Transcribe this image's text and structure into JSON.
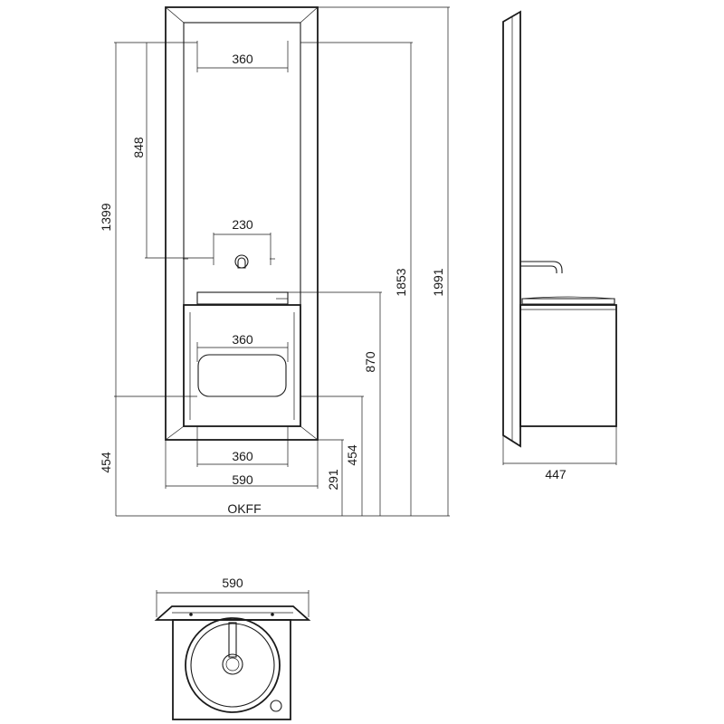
{
  "front_view": {
    "dim_top_fixing_width": "360",
    "dim_tap_spacing": "230",
    "dim_cabinet_width": "360",
    "dim_bottom_fixing_width": "360",
    "dim_overall_width": "590",
    "dim_fixing_vertical": "848",
    "dim_lower_fixing_height": "1399",
    "dim_base_height": "454",
    "dim_overall_height": "1991",
    "dim_basin_rim_height": "1853",
    "dim_cabinet_top_height": "870",
    "dim_cabinet_bottom_height": "454",
    "dim_frame_bottom_height": "291",
    "floor_label": "OKFF"
  },
  "side_view": {
    "dim_depth": "447"
  },
  "top_view": {
    "dim_width": "590"
  }
}
